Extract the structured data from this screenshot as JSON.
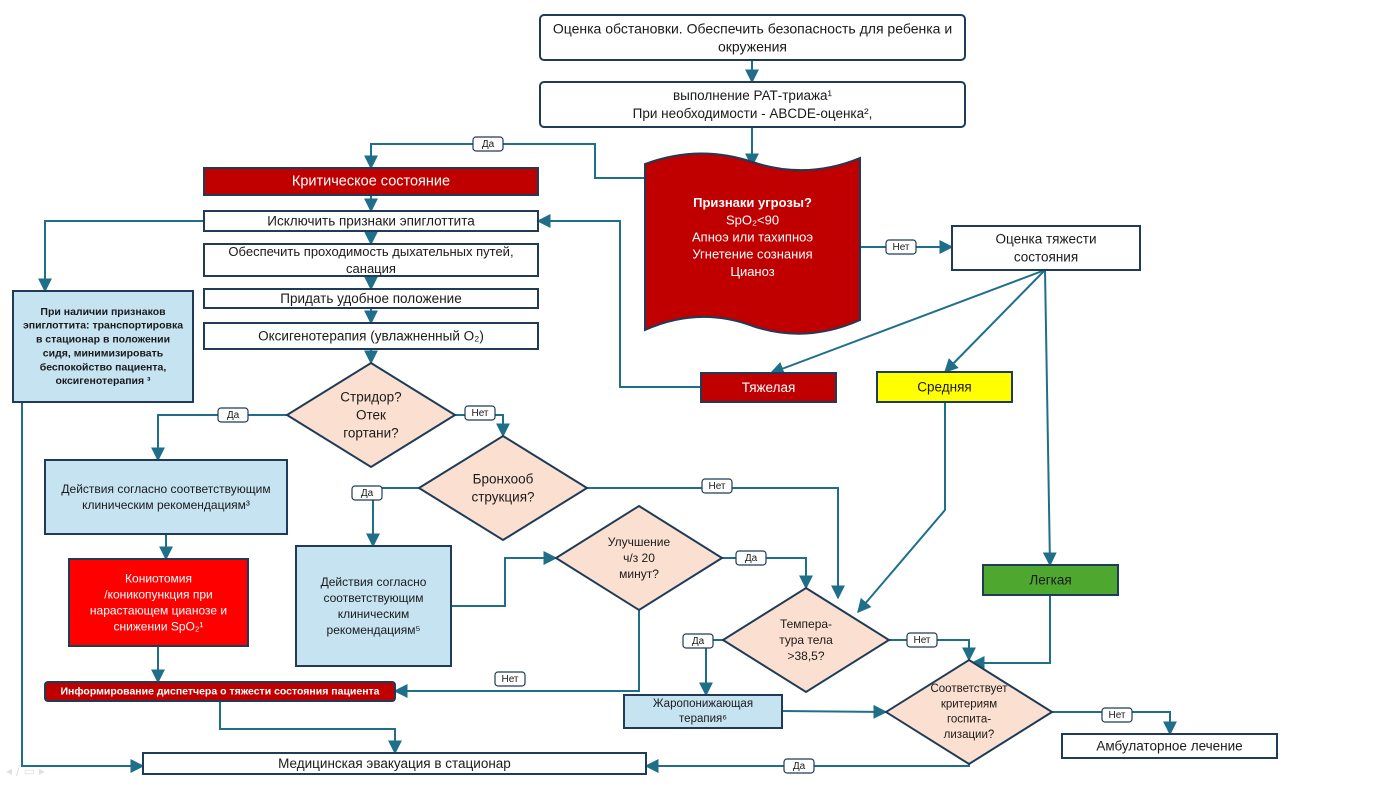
{
  "colors": {
    "edge": "#1f6f8b",
    "border": "#1f3b57",
    "critical": "#c00000",
    "bright_red": "#ff0000",
    "light_blue": "#c6e3f2",
    "peach": "#fbe0d1",
    "yellow": "#ffff00",
    "green": "#4ea72e",
    "white": "#ffffff",
    "text": "#1a1a1a"
  },
  "nodes": {
    "assess_situation": {
      "lines": [
        "Оценка обстановки. Обеспечить безопасность для ребенка и",
        "окружения"
      ]
    },
    "pat_triage": {
      "lines": [
        "выполнение РАТ-триажа¹",
        "При необходимости - ABCDE-оценка²,"
      ]
    },
    "threat_signs": {
      "lines": [
        "Признаки угрозы?",
        "SpO₂<90",
        "Апноэ или тахипноэ",
        "Угнетение  сознания",
        "Цианоз"
      ]
    },
    "critical_state": {
      "lines": [
        "Критическое состояние"
      ]
    },
    "exclude_epiglottitis": {
      "lines": [
        "Исключить признаки эпиглоттита"
      ]
    },
    "airway": {
      "lines": [
        "Обеспечить проходимость дыхательных путей,",
        "санация"
      ]
    },
    "position": {
      "lines": [
        "Придать удобное положение"
      ]
    },
    "oxygen": {
      "lines": [
        "Оксигенотерапия  (увлажненный О₂)"
      ]
    },
    "epiglottitis_transport": {
      "lines": [
        "При наличии признаков",
        "эпиглоттита: транспортировка",
        "в стационар в положении",
        "сидя, минимизировать",
        "беспокойство пациента,",
        "оксигенотерапия ³"
      ]
    },
    "severity_assessment": {
      "lines": [
        "Оценка тяжести",
        "состояния"
      ]
    },
    "severe": {
      "lines": [
        "Тяжелая"
      ]
    },
    "moderate": {
      "lines": [
        "Средняя"
      ]
    },
    "mild": {
      "lines": [
        "Легкая"
      ]
    },
    "stridor": {
      "lines": [
        "Стридор?",
        "Отек",
        "гортани?"
      ]
    },
    "bronchoobstruction": {
      "lines": [
        "Бронхооб",
        "струкция?"
      ]
    },
    "actions_left": {
      "lines": [
        "Действия согласно соответствующим",
        "клиническим рекомендациям³"
      ]
    },
    "conicotomy": {
      "lines": [
        "Кониотомия",
        "/коникопункция при",
        "нарастающем цианозе и",
        "снижении SpO₂¹"
      ]
    },
    "actions_mid": {
      "lines": [
        "Действия согласно",
        "соответствующим",
        "клиническим",
        "рекомендациям⁵"
      ]
    },
    "improvement": {
      "lines": [
        "Улучшение",
        "ч/з 20",
        "минут?"
      ]
    },
    "temperature": {
      "lines": [
        "Темпера-",
        "тура тела",
        ">38,5?"
      ]
    },
    "antipyretic": {
      "lines": [
        "Жаропонижающая",
        "терапия⁶"
      ]
    },
    "hospital_criteria": {
      "lines": [
        "Соответствует",
        "критериям",
        "госпита-",
        "лизации?"
      ]
    },
    "inform_dispatcher": {
      "lines": [
        "Информирование диспетчера о тяжести состояния пациента"
      ]
    },
    "evacuation": {
      "lines": [
        "Медицинская эвакуация в стационар"
      ]
    },
    "outpatient": {
      "lines": [
        "Амбулаторное лечение"
      ]
    }
  },
  "edge_labels": {
    "threat_yes": "Да",
    "threat_no": "Нет",
    "stridor_yes": "Да",
    "stridor_no": "Нет",
    "broncho_yes": "Да",
    "broncho_no": "Нет",
    "improve_yes": "Да",
    "improve_no": "Нет",
    "temp_yes": "Да",
    "temp_no": "Нет",
    "criteria_no": "Нет",
    "criteria_yes": "Да"
  }
}
